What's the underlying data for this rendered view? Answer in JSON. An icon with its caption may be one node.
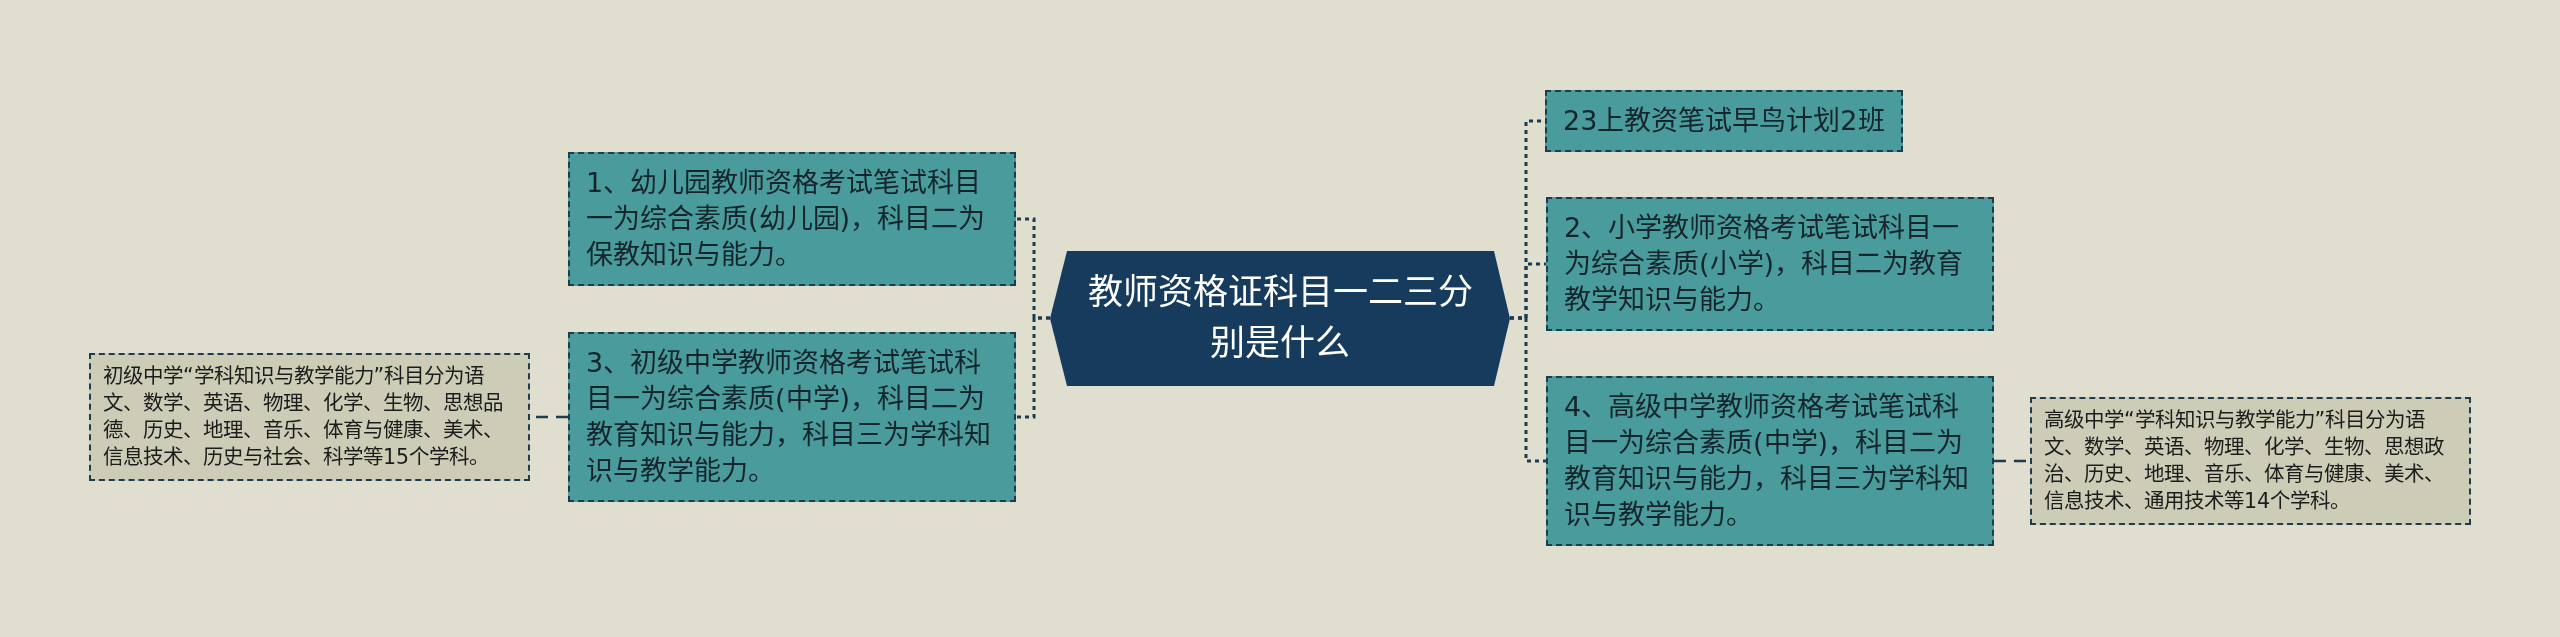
{
  "diagram": {
    "nodes": [
      {
        "text": [
          "教师资格证科目一二三分别是什么"
        ]
      },
      {
        "text": [
          "1、幼儿园教师资格考试笔试科目一为综合素质(幼儿园)，科目二为保教知识与能力。"
        ]
      },
      {
        "text": [
          "3、初级中学教师资格考试笔试科目一为综合素质(中学)，科目二为教育知识与能力，科目三为学科知识与教学能力。"
        ]
      },
      {
        "text": [
          "初级中学“学科知识与教学能力”科目分为语文、数学、英语、物理、化学、生物、思想品德、历史、地理、音乐、体育与健康、美术、信息技术、历史与社会、科学等15个学科。"
        ]
      },
      {
        "text": [
          "23上教资笔试早鸟计划2班"
        ]
      },
      {
        "text": [
          "2、小学教师资格考试笔试科目一为综合素质(小学)，科目二为教育教学知识与能力。"
        ]
      },
      {
        "text": [
          "4、高级中学教师资格考试笔试科目一为综合素质(中学)，科目二为教育知识与能力，科目三为学科知识与教学能力。"
        ]
      },
      {
        "text": [
          "高级中学“学科知识与教学能力”科目分为语文、数学、英语、物理、化学、生物、思想政治、历史、地理、音乐、体育与健康、美术、信息技术、通用技术等14个学科。"
        ]
      }
    ],
    "edges": [
      {
        "from": 0,
        "to": 1,
        "arrow": "none",
        "style": "dashed"
      },
      {
        "from": 0,
        "to": 2,
        "arrow": "none",
        "style": "dashed"
      },
      {
        "from": 2,
        "to": 3,
        "arrow": "none",
        "style": "dashed"
      },
      {
        "from": 0,
        "to": 4,
        "arrow": "none",
        "style": "dashed"
      },
      {
        "from": 0,
        "to": 5,
        "arrow": "none",
        "style": "dashed"
      },
      {
        "from": 0,
        "to": 6,
        "arrow": "none",
        "style": "dashed"
      },
      {
        "from": 6,
        "to": 7,
        "arrow": "none",
        "style": "dashed"
      }
    ]
  }
}
